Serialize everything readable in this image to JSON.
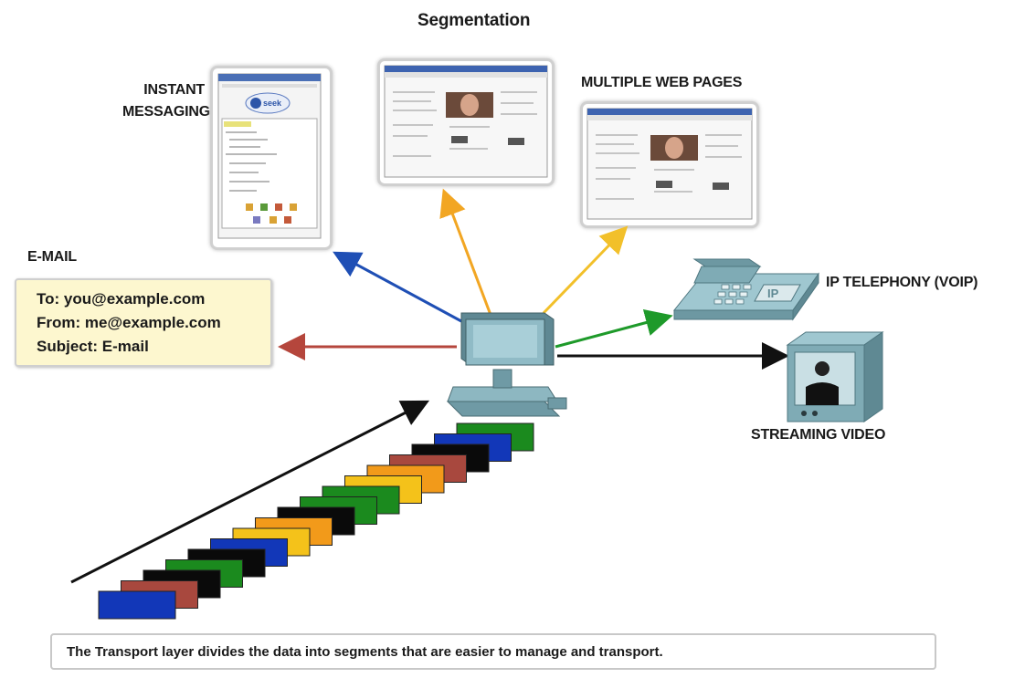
{
  "title": "Segmentation",
  "labels": {
    "instant_messaging_line1": "INSTANT",
    "instant_messaging_line2": "MESSAGING",
    "multiple_web_pages": "MULTIPLE WEB PAGES",
    "email": "E-MAIL",
    "voip": "IP TELEPHONY (VOIP)",
    "streaming_video": "STREAMING VIDEO"
  },
  "email_box": {
    "to": "To: you@example.com",
    "from": "From: me@example.com",
    "subject": "Subject: E-mail"
  },
  "phone_badge": "IP",
  "caption": "The Transport layer divides the data into segments that are easier to manage and transport.",
  "arrow_colors": {
    "instant_messaging": "#1f4fb5",
    "segmentation": "#f2a623",
    "web_pages": "#f2c02a",
    "email": "#b5463c",
    "voip": "#1e9a2a",
    "video": "#111111"
  },
  "segment_colors": [
    "#1237b8",
    "#a8483e",
    "#0a0a0a",
    "#1b8a1e",
    "#0a0a0a",
    "#1237b8",
    "#f4c21a",
    "#f29a1a",
    "#0a0a0a",
    "#1b8a1e",
    "#1b8a1e",
    "#f4c21a",
    "#f29a1a",
    "#a8483e",
    "#0a0a0a",
    "#1237b8",
    "#1b8a1e"
  ]
}
